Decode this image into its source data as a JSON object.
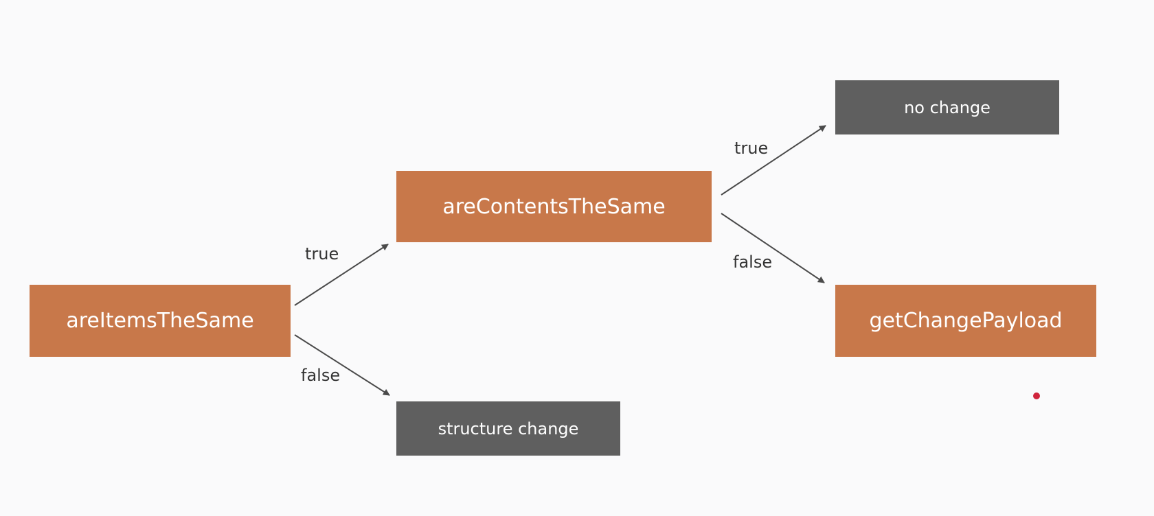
{
  "nodes": {
    "are_items_the_same": "areItemsTheSame",
    "are_contents_the_same": "areContentsTheSame",
    "get_change_payload": "getChangePayload",
    "structure_change": "structure change",
    "no_change": "no change"
  },
  "edges": {
    "items_true": "true",
    "items_false": "false",
    "contents_true": "true",
    "contents_false": "false"
  },
  "colors": {
    "decision": "#c8784a",
    "outcome": "#5f5f5f",
    "arrow": "#4a4a4a",
    "background": "#fafafb",
    "pointer": "#d0243c"
  }
}
